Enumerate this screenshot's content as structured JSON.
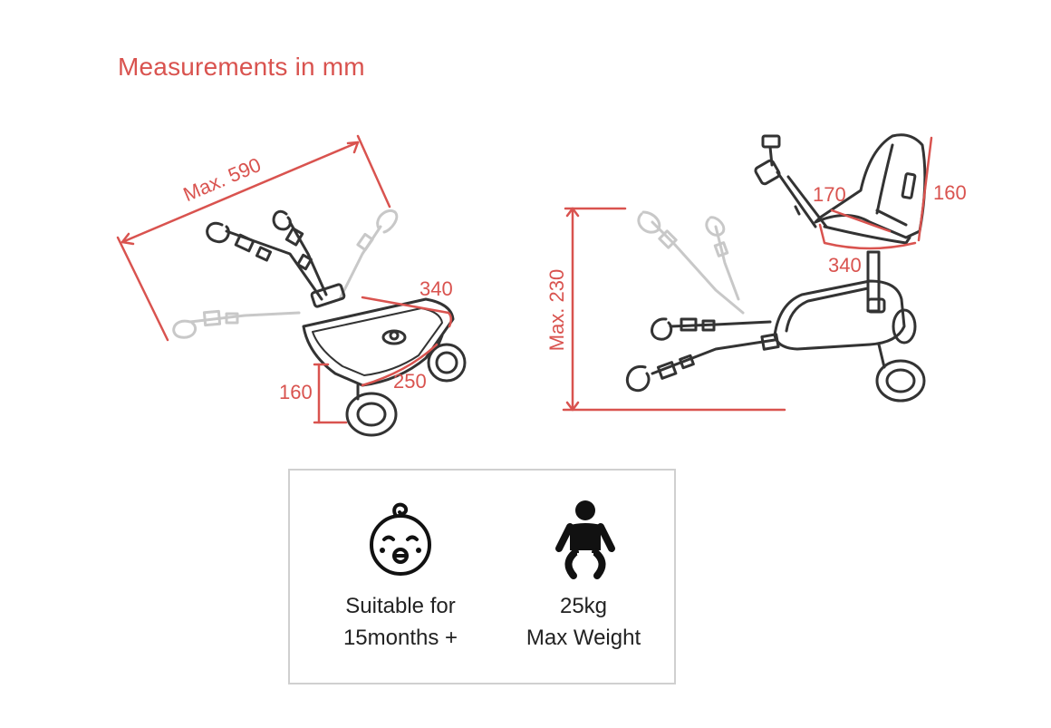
{
  "heading": "Measurements in mm",
  "left_view": {
    "max_length": "Max. 590",
    "board_width": "340",
    "board_depth": "250",
    "wheel_height": "160"
  },
  "right_view": {
    "seat_depth": "170",
    "seat_height": "160",
    "seat_width": "340",
    "max_height": "Max. 230"
  },
  "info": {
    "age": {
      "icon": "baby-face-icon",
      "line1": "Suitable for",
      "line2": "15months +"
    },
    "weight": {
      "icon": "baby-figure-icon",
      "line1": "25kg",
      "line2": "Max Weight"
    }
  },
  "colors": {
    "accent": "#d9534f",
    "line": "#333333",
    "faded": "#c8c8c8",
    "border": "#d0d0d0"
  }
}
